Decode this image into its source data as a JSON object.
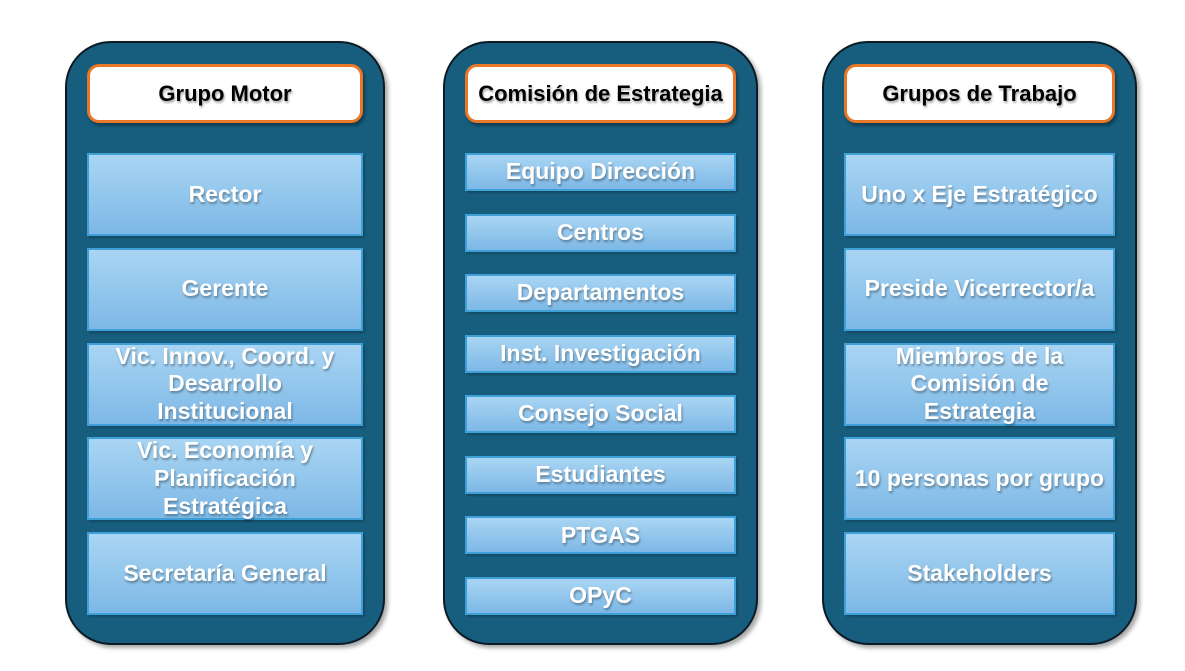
{
  "diagram": {
    "columns": [
      {
        "title": "Grupo Motor",
        "items": [
          "Rector",
          "Gerente",
          "Vic. Innov., Coord. y\nDesarrollo\nInstitucional",
          "Vic. Economía y\nPlanificación\nEstratégica",
          "Secretaría General"
        ]
      },
      {
        "title": "Comisión de Estrategia",
        "items": [
          "Equipo Dirección",
          "Centros",
          "Departamentos",
          "Inst. Investigación",
          "Consejo Social",
          "Estudiantes",
          "PTGAS",
          "OPyC"
        ]
      },
      {
        "title": "Grupos de Trabajo",
        "items": [
          "Uno x Eje Estratégico",
          "Preside Vicerrector/a",
          "Miembros de la\nComisión de Estrategia",
          "10 personas por grupo",
          "Stakeholders"
        ]
      }
    ],
    "colors": {
      "background": "#FFFFFF",
      "panel_fill": "#175E7E",
      "panel_outline": "#0B1B26",
      "header_fill": "#FFFFFF",
      "header_border": "#E87728",
      "header_text": "#000000",
      "item_fill_top": "#A9D5F3",
      "item_fill_bottom": "#7DB8E6",
      "item_border": "#3FA0D8",
      "item_text": "#FFFFFF"
    }
  }
}
